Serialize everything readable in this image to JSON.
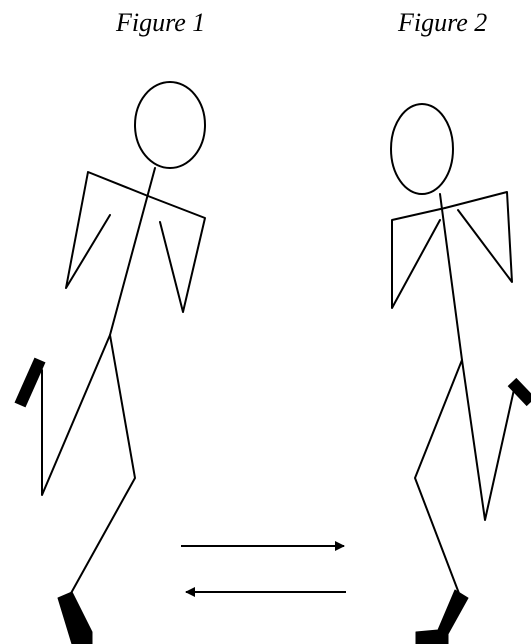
{
  "figures": [
    {
      "caption": "Figure 1"
    },
    {
      "caption": "Figure 2"
    }
  ],
  "arrows": [
    {
      "direction": "right"
    },
    {
      "direction": "left"
    }
  ],
  "colors": {
    "ink": "#000000",
    "background": "#ffffff"
  }
}
